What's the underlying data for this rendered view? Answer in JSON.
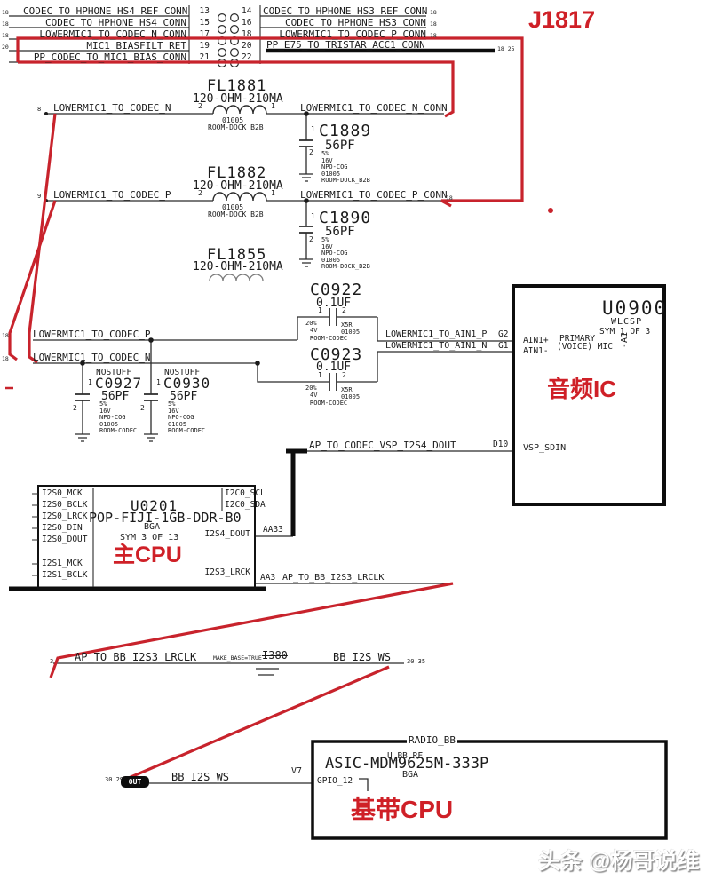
{
  "red_notes": {
    "connector_ref": "J1817",
    "audio_ic": "音频IC",
    "main_cpu": "主CPU",
    "baseband_cpu": "基带CPU",
    "accent_color": "#c8232c"
  },
  "watermark": "头条 @杨哥说维修",
  "connector": {
    "rows": [
      {
        "lref": "18",
        "l": "CODEC_TO_HPHONE_HS4_REF_CONN",
        "lp": "13",
        "rp": "14",
        "r": "CODEC_TO_HPHONE_HS3_REF_CONN",
        "rref": "18"
      },
      {
        "lref": "18",
        "l": "CODEC_TO_HPHONE_HS4_CONN",
        "lp": "15",
        "rp": "16",
        "r": "CODEC_TO_HPHONE_HS3_CONN",
        "rref": "18"
      },
      {
        "lref": "18",
        "l": "LOWERMIC1_TO_CODEC_N_CONN",
        "lp": "17",
        "rp": "18",
        "r": "LOWERMIC1_TO_CODEC_P_CONN",
        "rref": "18"
      },
      {
        "lref": "20",
        "l": "MIC1_BIASFILT_RET",
        "lp": "19",
        "rp": "20",
        "r": "PP_E75_TO_TRISTAR_ACC1_CONN",
        "rref": "18 25"
      },
      {
        "lref": "",
        "l": "PP_CODEC_TO_MIC1_BIAS_CONN",
        "lp": "21",
        "rp": "22",
        "r": "",
        "rref": ""
      }
    ]
  },
  "fl1881": {
    "ref": "FL1881",
    "value": "120-OHM-210MA",
    "pin_l": "2",
    "pin_r": "1",
    "pkg": "01005",
    "room": "ROOM-DOCK_B2B",
    "net_in": "LOWERMIC1_TO_CODEC_N",
    "net_in_ref": "8",
    "net_out": "LOWERMIC1_TO_CODEC_N_CONN"
  },
  "fl1882": {
    "ref": "FL1882",
    "value": "120-OHM-210MA",
    "pin_l": "2",
    "pin_r": "1",
    "pkg": "01005",
    "room": "ROOM-DOCK_B2B",
    "net_in": "LOWERMIC1_TO_CODEC_P",
    "net_in_ref": "9",
    "net_out": "LOWERMIC1_TO_CODEC_P_CONN",
    "out_ref": "18"
  },
  "fl1855": {
    "ref": "FL1855",
    "value": "120-OHM-210MA"
  },
  "c1889": {
    "ref": "C1889",
    "value": "56PF",
    "pin1": "1",
    "pin2": "2",
    "specs": [
      "5%",
      "16V",
      "NPO-COG",
      "01005",
      "ROOM-DOCK_B2B"
    ]
  },
  "c1890": {
    "ref": "C1890",
    "value": "56PF",
    "pin1": "1",
    "pin2": "2",
    "specs": [
      "5%",
      "16V",
      "NPO-COG",
      "01005",
      "ROOM-DOCK_B2B"
    ]
  },
  "c0922": {
    "ref": "C0922",
    "value": "0.1UF",
    "pin1": "1",
    "pin2": "2",
    "tol": "20%",
    "volt": "4V",
    "type": "X5R",
    "pkg": "01005",
    "room": "ROOM-CODEC"
  },
  "c0923": {
    "ref": "C0923",
    "value": "0.1UF",
    "pin1": "1",
    "pin2": "2",
    "tol": "20%",
    "volt": "4V",
    "type": "X5R",
    "pkg": "01005",
    "room": "ROOM-CODEC"
  },
  "c0927": {
    "nostuff": "NOSTUFF",
    "ref": "C0927",
    "value": "56PF",
    "pin1": "1",
    "pin2": "2",
    "specs": [
      "5%",
      "16V",
      "NPO-COG",
      "01005",
      "ROOM-CODEC"
    ]
  },
  "c0930": {
    "nostuff": "NOSTUFF",
    "ref": "C0930",
    "value": "56PF",
    "pin1": "1",
    "pin2": "2",
    "specs": [
      "5%",
      "16V",
      "NPO-COG",
      "01005",
      "ROOM-CODEC"
    ]
  },
  "nets": {
    "codec_p": "LOWERMIC1_TO_CODEC_P",
    "codec_p_ref": "18",
    "codec_n": "LOWERMIC1_TO_CODEC_N",
    "codec_n_ref": "18",
    "ain1_p": "LOWERMIC1_TO_AIN1_P",
    "ain1_p_pin": "G2",
    "ain1_n": "LOWERMIC1_TO_AIN1_N",
    "ain1_n_pin": "G1",
    "vsp": "AP_TO_CODEC_VSP_I2S4_DOUT",
    "vsp_pin": "D10",
    "lrclk": "AP_TO_BB_I2S3_LRCLK",
    "lrclk_ref": "3",
    "bb_ws": "BB_I2S_WS",
    "bb_ws_ref": "30 35",
    "bb_ws2": "BB_I2S_WS",
    "bb_ws2_ref": "30 29",
    "bb_ws_pin": "V7",
    "out_tag": "OUT"
  },
  "u0900": {
    "ref": "U0900",
    "pkg": "WLCSP",
    "sym": "SYM 1 OF 3",
    "ain1p": "AIN1+",
    "ain1n": "AIN1-",
    "desc1": "PRIMARY",
    "desc2": "(VOICE) MIC",
    "grid": "-A1",
    "vsp_pin": "VSP_SDIN"
  },
  "u0201": {
    "ref": "U0201",
    "part": "POP-FIJI-1GB-DDR-B0",
    "pkg": "BGA",
    "sym": "SYM 3 OF 13",
    "pins_left": [
      "I2S0_MCK",
      "I2S0_BCLK",
      "I2S0_LRCK",
      "I2S0_DIN",
      "I2S0_DOUT",
      "I2S1_MCK",
      "I2S1_BCLK"
    ],
    "pins_right": [
      "I2C0_SCL",
      "I2C0_SDA"
    ],
    "i2s4": "I2S4_DOUT",
    "i2s4_pin": "AA33",
    "i2s3": "I2S3_LRCK",
    "i2s3_pin": "AA3"
  },
  "jumper": {
    "ref": "I380",
    "note": "MAKE_BASE=TRUE"
  },
  "bb": {
    "net": "RADIO_BB",
    "sub": "U_BB_RF",
    "part": "ASIC-MDM9625M-333P",
    "pkg": "BGA",
    "pin": "GPIO_12"
  }
}
